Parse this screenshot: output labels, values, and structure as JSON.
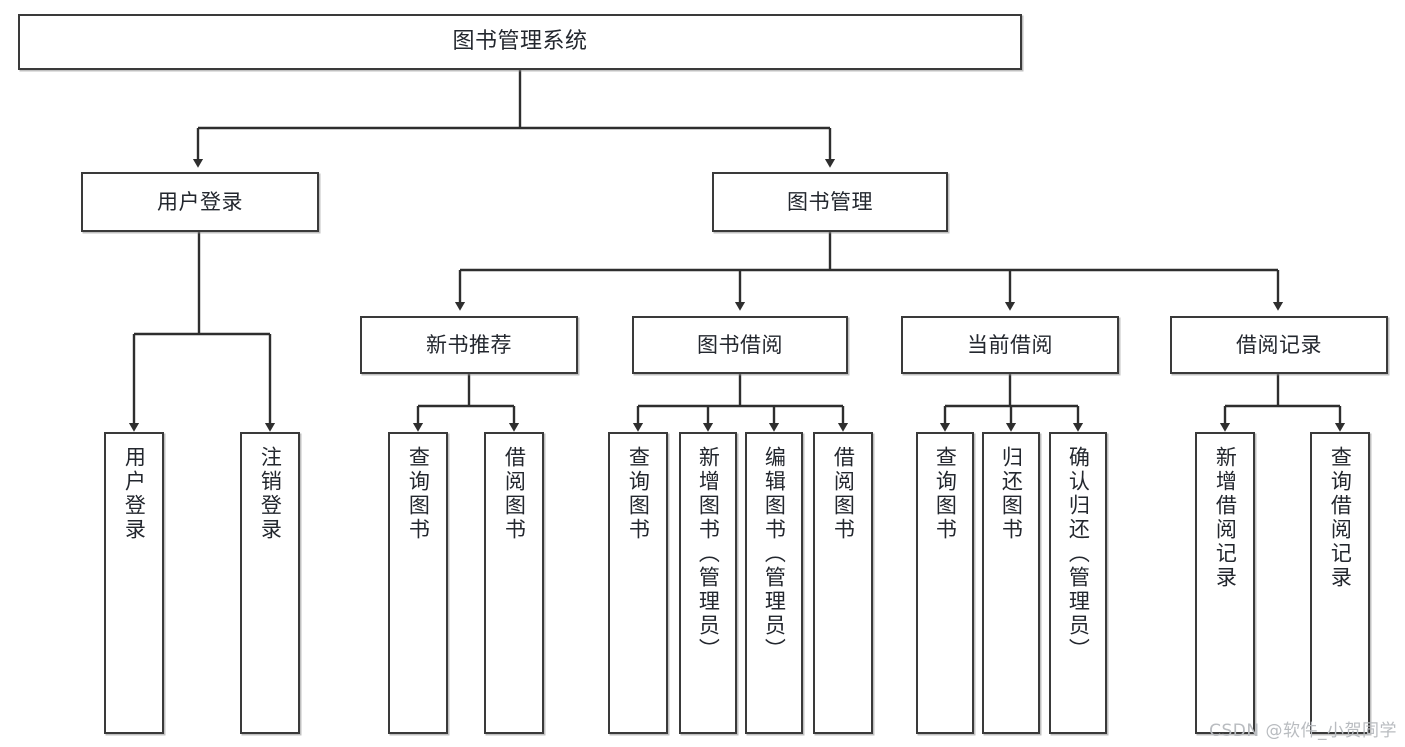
{
  "diagram": {
    "title_node": {
      "label": "图书管理系统"
    },
    "level1": [
      {
        "label": "用户登录"
      },
      {
        "label": "图书管理"
      }
    ],
    "level2": [
      {
        "label": "新书推荐"
      },
      {
        "label": "图书借阅"
      },
      {
        "label": "当前借阅"
      },
      {
        "label": "借阅记录"
      }
    ],
    "leaves": [
      {
        "label": "用户登录"
      },
      {
        "label": "注销登录"
      },
      {
        "label": "查询图书"
      },
      {
        "label": "借阅图书"
      },
      {
        "label": "查询图书"
      },
      {
        "label": "新增图书（管理员）"
      },
      {
        "label": "编辑图书（管理员）"
      },
      {
        "label": "借阅图书"
      },
      {
        "label": "查询图书"
      },
      {
        "label": "归还图书"
      },
      {
        "label": "确认归还（管理员）"
      },
      {
        "label": "新增借阅记录"
      },
      {
        "label": "查询借阅记录"
      }
    ],
    "watermark": "CSDN @软件_小贺同学",
    "colors": {
      "border": "#3a3a3a",
      "text": "#23272e",
      "background": "#ffffff",
      "watermark": "#b9bcc0"
    }
  }
}
